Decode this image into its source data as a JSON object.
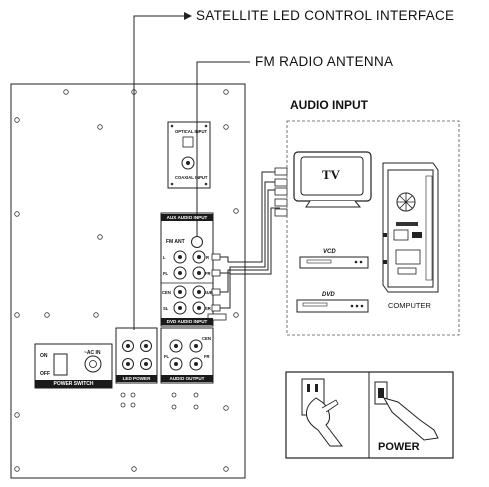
{
  "callouts": {
    "satellite": "SATELLITE LED CONTROL INTERFACE",
    "fm_antenna": "FM RADIO ANTENNA",
    "audio_input": "AUDIO INPUT"
  },
  "panel": {
    "optical_input": "OPTICAL INPUT",
    "coaxial_input": "COAXIAL INPUT",
    "aux_audio_input": "AUX AUDIO INPUT",
    "fm_ant": "FM ANT",
    "left_labels": [
      "L",
      "FL",
      "CEN",
      "SL"
    ],
    "right_labels": [
      "R",
      "FR",
      "SUB",
      "SR"
    ],
    "dvd_audio_input": "DVD AUDIO INPUT",
    "led_power": "LED POWER",
    "audio_output": "AUDIO OUTPUT",
    "output_labels": [
      "CEN",
      "FL",
      "FR"
    ],
    "on": "ON",
    "off": "OFF",
    "ac_in": "~AC IN",
    "power_switch": "POWER SWITCH"
  },
  "devices": {
    "tv": "TV",
    "vcd": "VCD",
    "dvd": "DVD",
    "computer": "COMPUTER"
  },
  "power_inset": {
    "label": "POWER"
  }
}
